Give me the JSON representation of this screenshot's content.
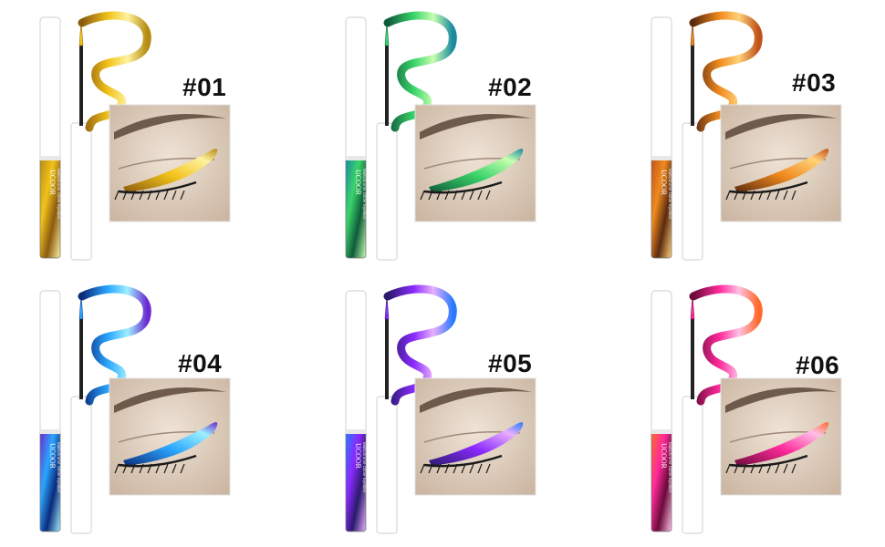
{
  "brand_on_tube": "UCOOR",
  "tube_small_print": "Multichrome Glitter Eyeliner",
  "shades": [
    {
      "label": "#01",
      "colors": [
        "#8a5a10",
        "#f2c21a",
        "#b58b12",
        "#fff3a0"
      ]
    },
    {
      "label": "#02",
      "colors": [
        "#0f5a3a",
        "#3ad46a",
        "#1a8aa0",
        "#c7ffb0"
      ]
    },
    {
      "label": "#03",
      "colors": [
        "#5a2a10",
        "#f08a1e",
        "#c0521a",
        "#ffd27a"
      ]
    },
    {
      "label": "#04",
      "colors": [
        "#0b2a7a",
        "#2aa6ff",
        "#6a2ad0",
        "#9ef0ff"
      ]
    },
    {
      "label": "#05",
      "colors": [
        "#2a1a6a",
        "#8a2aff",
        "#2a7aff",
        "#e8b0ff"
      ]
    },
    {
      "label": "#06",
      "colors": [
        "#6a0a3a",
        "#ff2a9a",
        "#ff6a2a",
        "#ffc0e6"
      ]
    }
  ]
}
